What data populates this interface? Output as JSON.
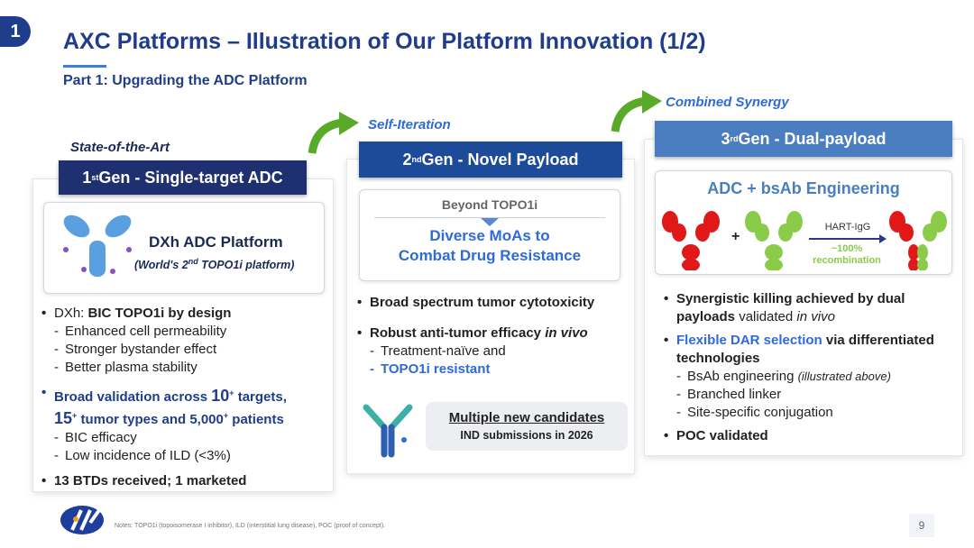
{
  "slide_number_badge": "1",
  "title": "AXC Platforms – Illustration of Our Platform Innovation (1/2)",
  "subtitle": "Part 1: Upgrading the ADC Platform",
  "col1": {
    "tag": "State-of-the-Art",
    "header_a": "1",
    "header_sup": "st",
    "header_b": " Gen - Single-target ADC",
    "platform_title": "DXh ADC Platform",
    "platform_sub_a": "(World's 2",
    "platform_sub_sup": "nd",
    "platform_sub_b": " TOPO1i platform)",
    "b1_a": "DXh: ",
    "b1_b": "BIC TOPO1i by design",
    "b1_items": [
      "Enhanced cell permeability",
      "Stronger bystander effect",
      "Better plasma stability"
    ],
    "b2_a": "Broad validation across ",
    "b2_n1": "10",
    "b2_s1": "+",
    "b2_b": " targets,",
    "b2_n2": "15",
    "b2_s2": "+",
    "b2_c": " tumor types and 5,000",
    "b2_s3": "+",
    "b2_d": " patients",
    "b2_items": [
      "BIC efficacy",
      "Low incidence of ILD (<3%)"
    ],
    "b3": "13 BTDs received; 1 marketed"
  },
  "col2": {
    "tag": "Self-Iteration",
    "header_a": "2",
    "header_sup": "nd",
    "header_b": " Gen - Novel Payload",
    "box_top": "Beyond TOPO1i",
    "box_main_1": "Diverse MoAs to",
    "box_main_2": "Combat Drug Resistance",
    "b1": "Broad spectrum tumor cytotoxicity",
    "b2_a": "Robust anti-tumor efficacy ",
    "b2_b": "in vivo",
    "b2_item1": "Treatment-naïve and",
    "b2_item2": "TOPO1i resistant",
    "cand_title": "Multiple new candidates",
    "cand_sub": "IND submissions in 2026"
  },
  "col3": {
    "tag": "Combined Synergy",
    "header_a": "3",
    "header_sup": "rd",
    "header_b": " Gen - Dual-payload",
    "box_title": "ADC + bsAb Engineering",
    "plus": "+",
    "arrow_label": "HART-IgG",
    "recomb_1": "~100%",
    "recomb_2": "recombination",
    "b1_a": "Synergistic killing achieved by ",
    "b1_b": "dual payloads",
    "b1_c": " validated ",
    "b1_d": "in vivo",
    "b2_a": "Flexible DAR selection",
    "b2_b": " via differentiated technologies",
    "b2_item1_a": "BsAb engineering ",
    "b2_item1_b": "(illustrated above)",
    "b2_item2": "Branched linker",
    "b2_item3": "Site-specific conjugation",
    "b3": "POC validated"
  },
  "footer": {
    "notes": "Notes: TOPO1i (topoisomerase I inhibitor), ILD (interstitial lung disease), POC (proof of concept).",
    "page": "9"
  },
  "colors": {
    "navy": "#1f3d8a",
    "highlight": "#2e6bd8",
    "arrow_green": "#5aaa2a"
  }
}
